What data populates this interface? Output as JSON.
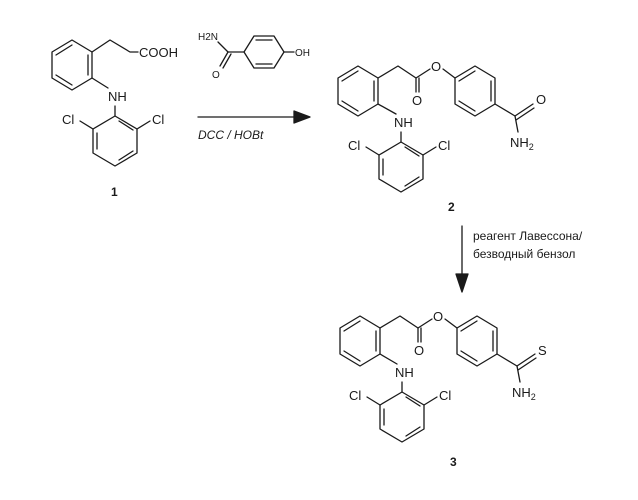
{
  "atoms": {
    "cooh": "COOH",
    "nh": "NH",
    "cl": "Cl",
    "o": "O",
    "s": "S",
    "oh": "OH",
    "h2n": "H2N",
    "nh2_main": "NH",
    "nh2_sub": "2"
  },
  "compounds": {
    "c1": "1",
    "c2": "2",
    "c3": "3"
  },
  "step1": {
    "conditions": "DCC / HOBt"
  },
  "step2": {
    "line1": "реагент Лавессона/",
    "line2": "безводный бензол"
  },
  "colors": {
    "ink": "#1a1a1a",
    "background": "#ffffff"
  }
}
